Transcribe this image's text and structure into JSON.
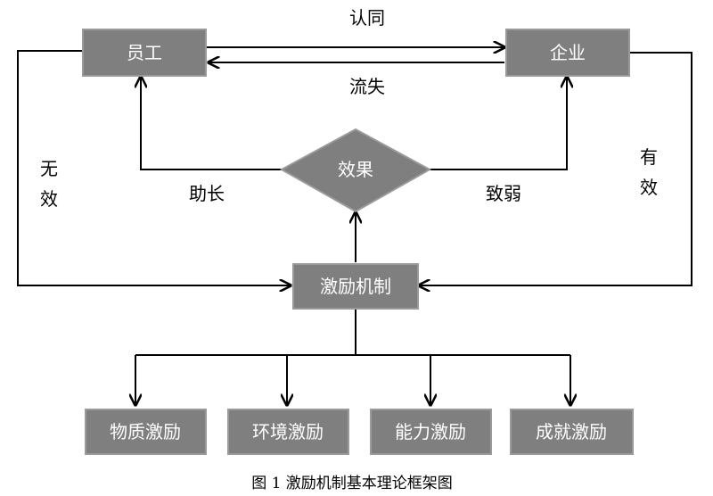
{
  "nodes": {
    "employee": "员工",
    "enterprise": "企业",
    "effect": "效果",
    "mechanism": "激励机制",
    "material": "物质激励",
    "environment": "环境激励",
    "ability": "能力激励",
    "achievement": "成就激励"
  },
  "edges": {
    "recognition": "认同",
    "loss": "流失",
    "boost": "助长",
    "weaken": "致弱",
    "invalid_1": "无",
    "invalid_2": "效",
    "valid_1": "有",
    "valid_2": "效"
  },
  "caption": "图 1  激励机制基本理论框架图"
}
